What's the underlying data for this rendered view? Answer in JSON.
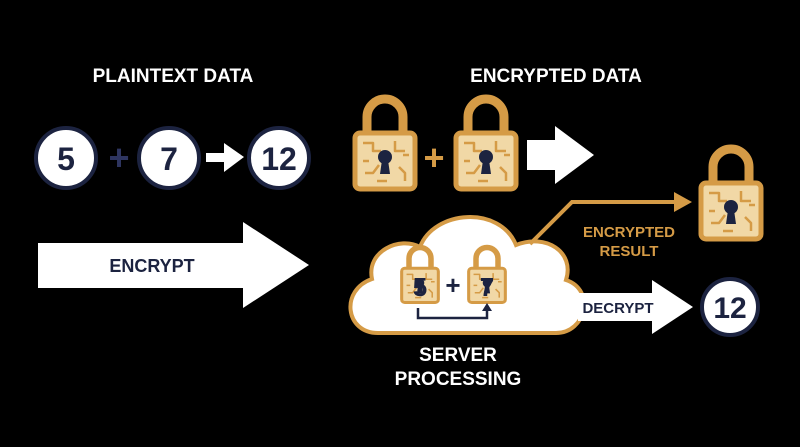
{
  "plaintext": {
    "title": "PLAINTEXT DATA",
    "operand_a": "5",
    "operator": "+",
    "operand_b": "7",
    "result": "12"
  },
  "encrypted": {
    "title": "ENCRYPTED DATA",
    "operator": "+"
  },
  "encrypt_arrow": {
    "label": "ENCRYPT"
  },
  "server": {
    "operand_a": "5",
    "operator": "+",
    "operand_b": "7",
    "label_line1": "SERVER",
    "label_line2": "PROCESSING"
  },
  "encrypted_result": {
    "label_line1": "ENCRYPTED",
    "label_line2": "RESULT"
  },
  "decrypt": {
    "label": "DECRYPT",
    "result": "12"
  },
  "colors": {
    "background": "#000000",
    "gold": "#d59b46",
    "lock_body": "#f1d8a6",
    "navy": "#1c2340",
    "white": "#ffffff"
  },
  "icons": [
    "lock-icon",
    "arrow-icon",
    "cloud-icon"
  ]
}
